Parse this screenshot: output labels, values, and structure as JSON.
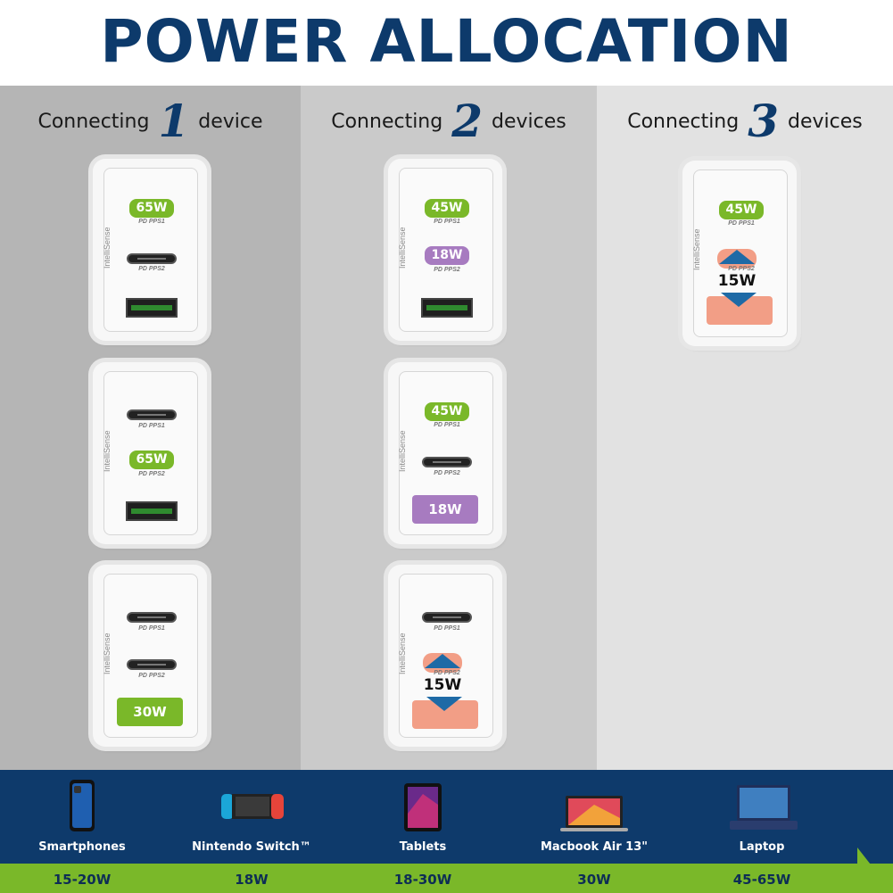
{
  "title": "POWER ALLOCATION",
  "brand": "IntelliSense",
  "columns": [
    {
      "prefix": "Connecting",
      "num": "1",
      "suffix": "device"
    },
    {
      "prefix": "Connecting",
      "num": "2",
      "suffix": "devices"
    },
    {
      "prefix": "Connecting",
      "num": "3",
      "suffix": "devices"
    }
  ],
  "port_labels": {
    "pps1": "PD PPS1",
    "pps2": "PD PPS2"
  },
  "watts": {
    "w65": "65W",
    "w45": "45W",
    "w30": "30W",
    "w18": "18W",
    "w15": "15W"
  },
  "colors": {
    "navy": "#0e3a6b",
    "green": "#7ab829",
    "purple": "#a77bc0",
    "salmon": "#f29e86"
  },
  "devices": [
    {
      "label": "Smartphones",
      "watt": "15-20W",
      "icon": "smartphone-icon"
    },
    {
      "label": "Nintendo Switch™",
      "watt": "18W",
      "icon": "nintendo-switch-icon"
    },
    {
      "label": "Tablets",
      "watt": "18-30W",
      "icon": "tablet-icon"
    },
    {
      "label": "Macbook Air 13\"",
      "watt": "30W",
      "icon": "macbook-icon"
    },
    {
      "label": "Laptop",
      "watt": "45-65W",
      "icon": "laptop-icon"
    }
  ]
}
